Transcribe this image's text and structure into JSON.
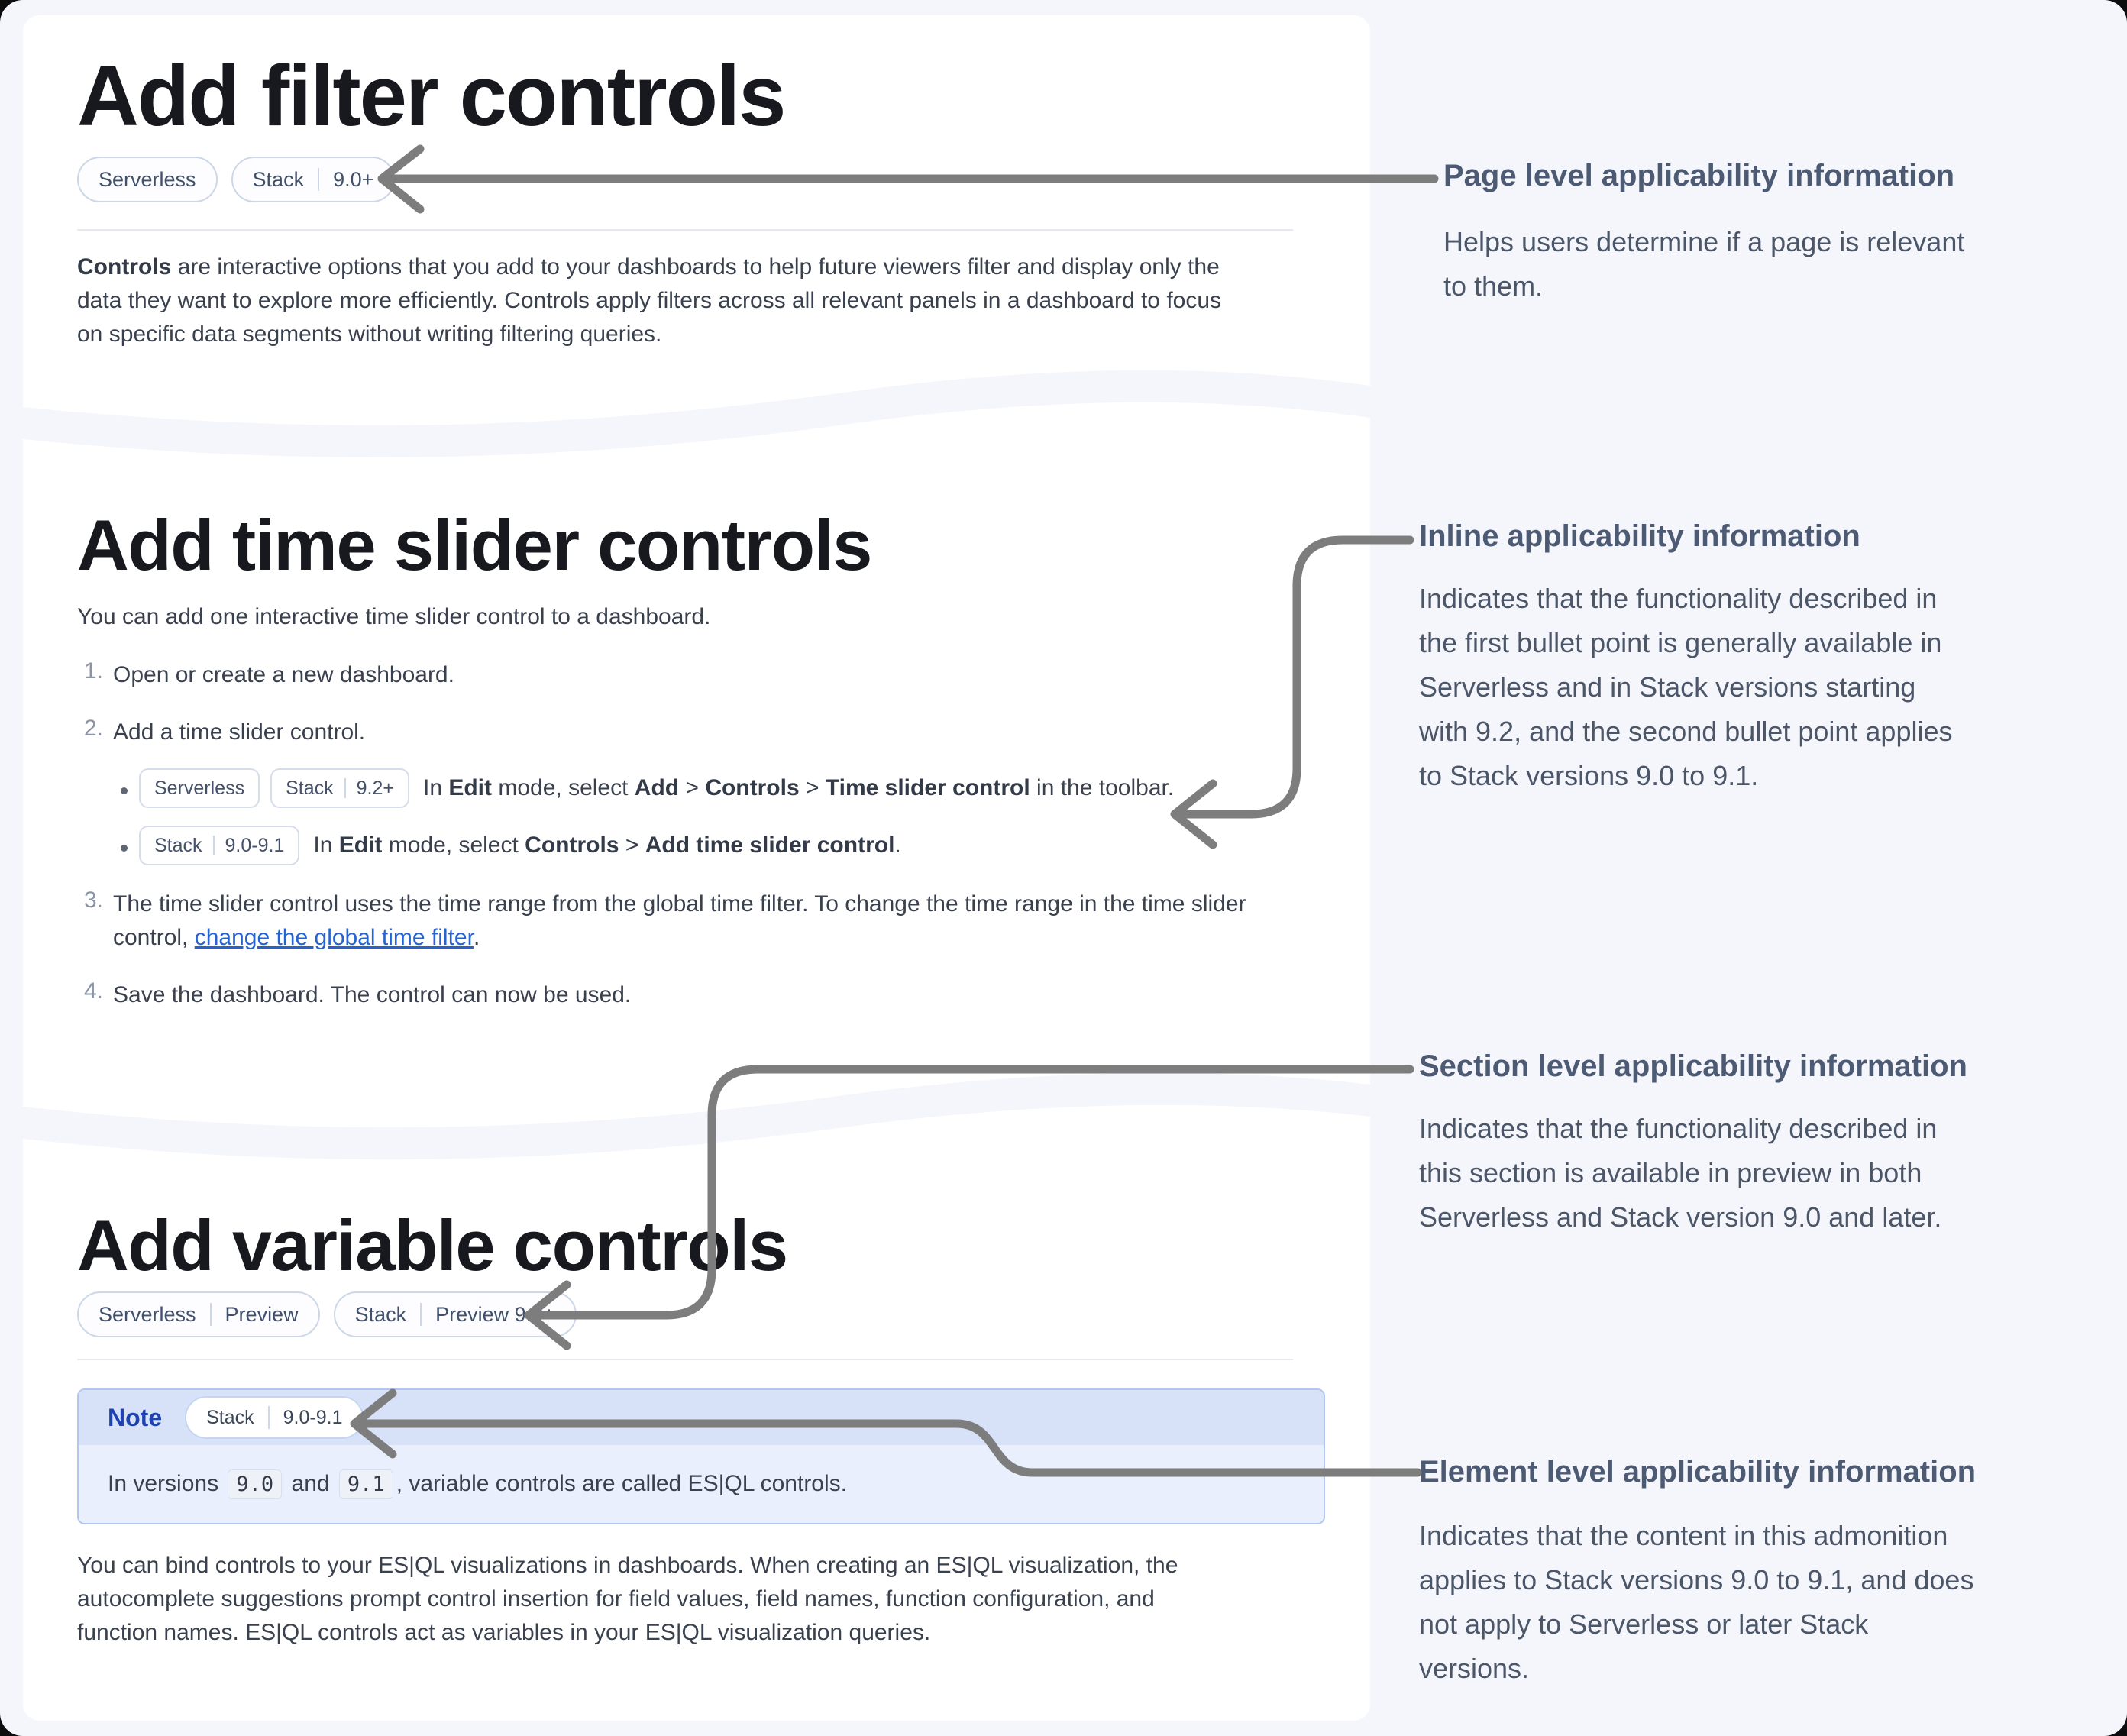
{
  "page": {
    "background_color": "#f5f6fb",
    "card_color": "#ffffff",
    "arrow_color": "#7d7d7d",
    "link_color": "#2563d0",
    "note_header_color": "#d7e2f8",
    "note_body_color": "#e9effc",
    "note_label_color": "#1f43ae"
  },
  "card_filter": {
    "title": "Add filter controls",
    "badges": [
      [
        "Serverless"
      ],
      [
        "Stack",
        "9.0+"
      ]
    ],
    "paragraph_lead": "Controls",
    "paragraph_rest": " are interactive options that you add to your dashboards to help future viewers filter and display only the\ndata they want to explore more efficiently. Controls apply filters across all relevant panels in a dashboard to focus\non specific data segments without writing filtering queries."
  },
  "card_time_slider": {
    "title": "Add time slider controls",
    "intro": "You can add one interactive time slider control to a dashboard.",
    "steps": [
      {
        "num": "1.",
        "segments": [
          {
            "t": "Open or create a new dashboard."
          }
        ]
      },
      {
        "num": "2.",
        "segments": [
          {
            "t": "Add a time slider control."
          }
        ]
      },
      {
        "num": "3.",
        "segments": [
          {
            "t": "The time slider control uses the time range from the global time filter. To change the time range in the time slider\ncontrol, "
          },
          {
            "t": "change the global time filter",
            "link": true
          },
          {
            "t": "."
          }
        ]
      },
      {
        "num": "4.",
        "segments": [
          {
            "t": "Save the dashboard. The control can now be used."
          }
        ]
      }
    ],
    "bullets": [
      {
        "badges": [
          [
            "Serverless"
          ],
          [
            "Stack",
            "9.2+"
          ]
        ],
        "segments": [
          {
            "t": "In "
          },
          {
            "t": "Edit",
            "b": true
          },
          {
            "t": " mode, select "
          },
          {
            "t": "Add",
            "b": true
          },
          {
            "t": " > "
          },
          {
            "t": "Controls",
            "b": true
          },
          {
            "t": " > "
          },
          {
            "t": "Time slider control",
            "b": true
          },
          {
            "t": " in the toolbar."
          }
        ]
      },
      {
        "badges": [
          [
            "Stack",
            "9.0-9.1"
          ]
        ],
        "segments": [
          {
            "t": "In "
          },
          {
            "t": "Edit",
            "b": true
          },
          {
            "t": " mode, select "
          },
          {
            "t": "Controls",
            "b": true
          },
          {
            "t": " > "
          },
          {
            "t": "Add time slider control",
            "b": true
          },
          {
            "t": "."
          }
        ]
      }
    ]
  },
  "card_variable": {
    "title": "Add variable controls",
    "badges": [
      [
        "Serverless",
        "Preview"
      ],
      [
        "Stack",
        "Preview 9.0+"
      ]
    ],
    "note": {
      "label": "Note",
      "badges": [
        [
          "Stack",
          "9.0-9.1"
        ]
      ],
      "segments": [
        {
          "t": "In versions "
        },
        {
          "t": "9.0",
          "code": true
        },
        {
          "t": " and "
        },
        {
          "t": "9.1",
          "code": true
        },
        {
          "t": ", variable controls are called ES|QL controls."
        }
      ]
    },
    "paragraph": "You can bind controls to your ES|QL visualizations in dashboards. When creating an ES|QL visualization, the\nautocomplete suggestions prompt control insertion for field values, field names, function configuration, and\nfunction names. ES|QL controls act as variables in your ES|QL visualization queries."
  },
  "annotations": [
    {
      "heading": "Page level applicability information",
      "body": [
        "Helps users determine if a page is relevant",
        "to them."
      ]
    },
    {
      "heading": "Inline applicability information",
      "body": [
        "Indicates that the functionality described in",
        "the first bullet point is generally available in",
        "Serverless and in Stack versions starting",
        "with 9.2, and the second bullet point applies",
        "to Stack versions 9.0 to 9.1."
      ]
    },
    {
      "heading": "Section level applicability information",
      "body": [
        "Indicates that the functionality described in",
        "this section is available in preview in both",
        "Serverless and Stack version 9.0 and later."
      ]
    },
    {
      "heading": "Element level applicability information",
      "body": [
        "Indicates that the content in this admonition",
        "applies to Stack versions 9.0 to 9.1, and does",
        "not apply to Serverless or later Stack",
        "versions."
      ]
    }
  ]
}
